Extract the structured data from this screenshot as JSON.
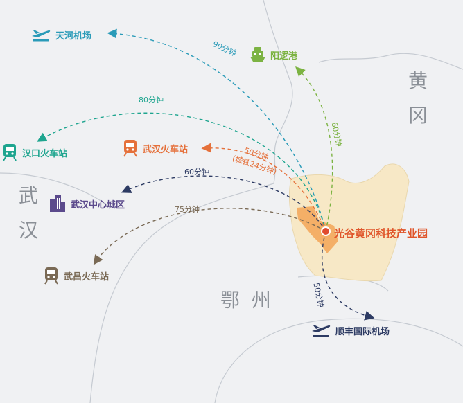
{
  "map": {
    "regions": {
      "huanggang": "黄冈",
      "wuhan": "武汉",
      "ezhou": "鄂 州"
    },
    "center": {
      "label": "光谷黄冈科技产业园"
    },
    "destinations": {
      "tianhe_airport": {
        "label": "天河机场",
        "icon": "airplane-icon",
        "color": "#2a9bb8"
      },
      "yangluo_port": {
        "label": "阳逻港",
        "icon": "ship-icon",
        "color": "#7cb342"
      },
      "hankou_station": {
        "label": "汉口火车站",
        "icon": "train-icon",
        "color": "#1ea58f"
      },
      "wuhan_station": {
        "label": "武汉火车站",
        "icon": "train-icon",
        "color": "#e5703a"
      },
      "wuhan_center": {
        "label": "武汉中心城区",
        "icon": "buildings-icon",
        "color": "#5b4a8c"
      },
      "wuchang_station": {
        "label": "武昌火车站",
        "icon": "train-icon",
        "color": "#7a6a55"
      },
      "shunfeng_airport": {
        "label": "顺丰国际机场",
        "icon": "airplane-icon",
        "color": "#2d3b63"
      }
    },
    "times": {
      "tianhe": "90分钟",
      "yangluo": "60分钟",
      "hankou": "80分钟",
      "wuhan_station": "50分钟",
      "wuhan_station_note": "(城铁24分钟)",
      "wuhan_center": "60分钟",
      "wuchang": "75分钟",
      "shunfeng": "50分钟"
    },
    "colors": {
      "background": "#f0f1f3",
      "park_fill": "#f7e8c6",
      "district_fill": "#f3a95c",
      "center_dot": "#e04b2f",
      "road": "#c9cdd3"
    }
  }
}
